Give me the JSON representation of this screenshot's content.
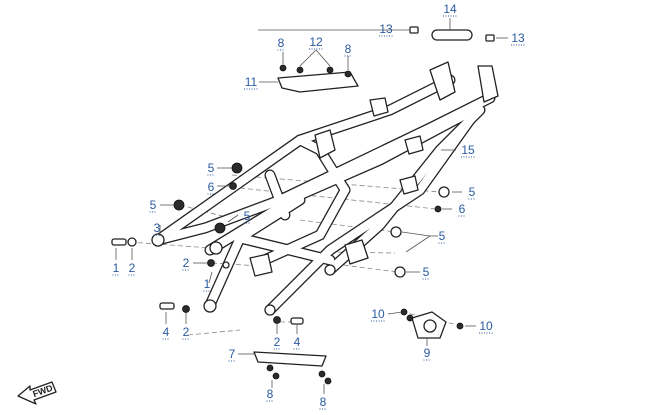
{
  "diagram": {
    "callouts": [
      "1",
      "1",
      "2",
      "2",
      "2",
      "2",
      "3",
      "4",
      "4",
      "5",
      "5",
      "5",
      "5",
      "5",
      "5",
      "6",
      "6",
      "7",
      "8",
      "8",
      "8",
      "8",
      "9",
      "10",
      "10",
      "11",
      "12",
      "13",
      "13",
      "14",
      "15"
    ],
    "forward_label": "FWD",
    "colors": {
      "callout": "#2a5aa0",
      "line": "#222222",
      "background": "#ffffff"
    }
  }
}
